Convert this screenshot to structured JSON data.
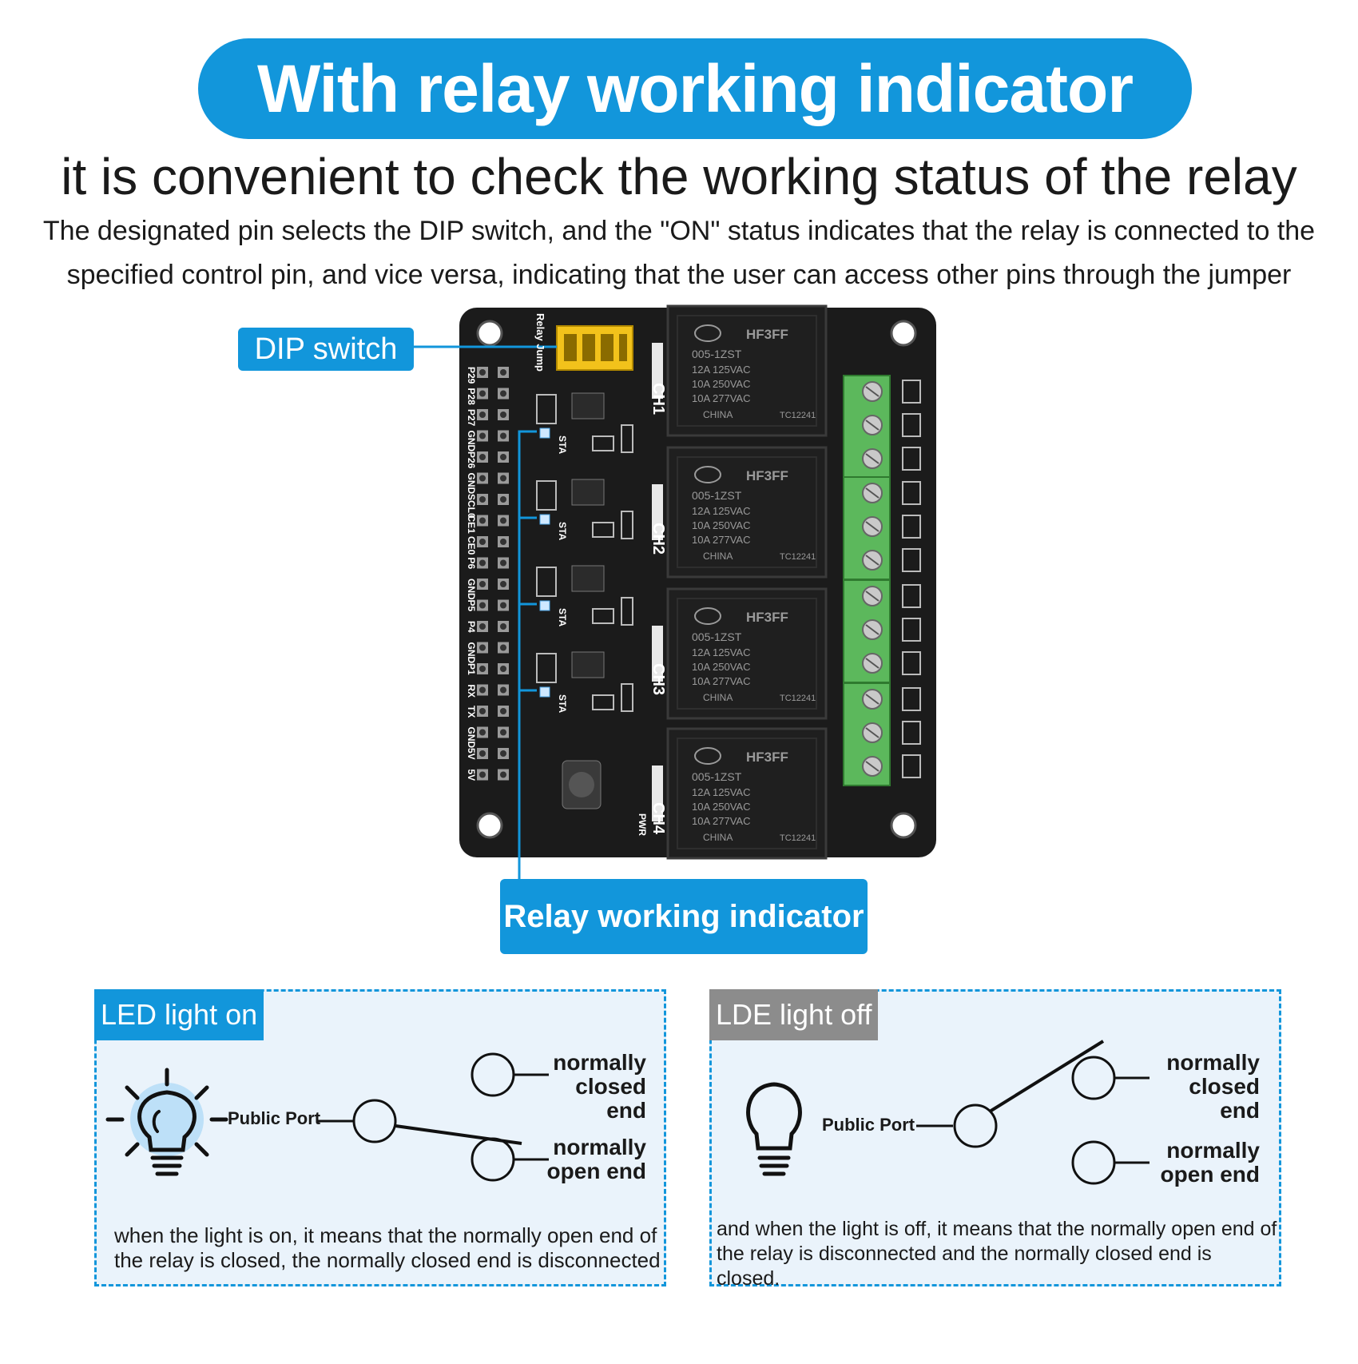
{
  "title": "With relay working indicator",
  "subtitle": "it is convenient to check the working status of the relay",
  "description": "The designated pin selects the DIP switch, and the \"ON\" status indicates that the relay is connected to the specified control pin, and vice versa, indicating that the user can access other pins through the jumper",
  "callouts": {
    "dip": "DIP switch",
    "indicator": "Relay working indicator"
  },
  "board": {
    "relay_model": "HF3FF",
    "relay_code": "005-1ZST",
    "relay_ratings": [
      "12A 125VAC",
      "10A 250VAC",
      "10A 277VAC"
    ],
    "relay_origin": "CHINA",
    "relay_cert": "TC12241",
    "channels": [
      "CH1",
      "CH2",
      "CH3",
      "CH4"
    ],
    "jumper_label": "Relay Jump",
    "status_label": "STA",
    "power_label": "PWR",
    "pin_labels": [
      "P29",
      "P28",
      "P27",
      "GND",
      "P26",
      "GND",
      "SCL0",
      "CE1",
      "CE0",
      "P6",
      "GND",
      "P5",
      "P4",
      "GND",
      "P1",
      "RX",
      "TX",
      "GND",
      "5V",
      "5V"
    ]
  },
  "panels": {
    "on": {
      "tag": "LED light on",
      "public_port": "Public Port",
      "nc_label": [
        "normally",
        "closed end"
      ],
      "no_label": [
        "normally",
        "open end"
      ],
      "note_line1": "when the light is on, it means that the normally open end of",
      "note_line2": "the relay is closed, the normally closed end is disconnected"
    },
    "off": {
      "tag": "LDE light off",
      "public_port": "Public Port",
      "nc_label": [
        "normally",
        "closed end"
      ],
      "no_label": [
        "normally",
        "open end"
      ],
      "note_line1": "and when the light is off, it means that the normally open end of",
      "note_line2": "the relay is disconnected and the normally closed end is closed."
    }
  },
  "colors": {
    "accent": "#1296db",
    "board": "#1b1b1b",
    "relay": "#1f1f1f",
    "terminal": "#5cb85c",
    "jumper": "#f2c21b",
    "off_tag": "#8c8c8c",
    "panel_bg": "#eaf3fb"
  }
}
